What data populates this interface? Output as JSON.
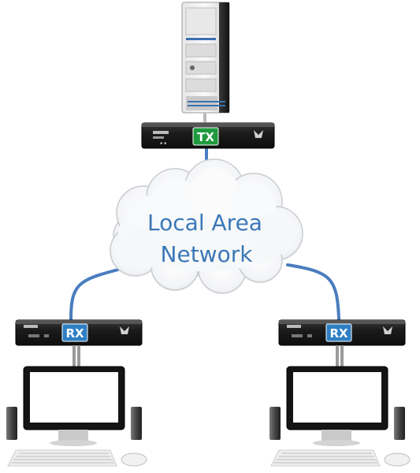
{
  "network": {
    "cloud_line1": "Local Area",
    "cloud_line2": "Network"
  },
  "transmitter": {
    "label": "TX"
  },
  "receivers": [
    {
      "label": "RX"
    },
    {
      "label": "RX"
    }
  ],
  "colors": {
    "cable": "#4a7cbf",
    "tx_badge": "#1f9a3e",
    "rx_badge": "#2f7fc4",
    "cloud_text": "#3a78b8",
    "device_body": "#1c1c1c"
  }
}
